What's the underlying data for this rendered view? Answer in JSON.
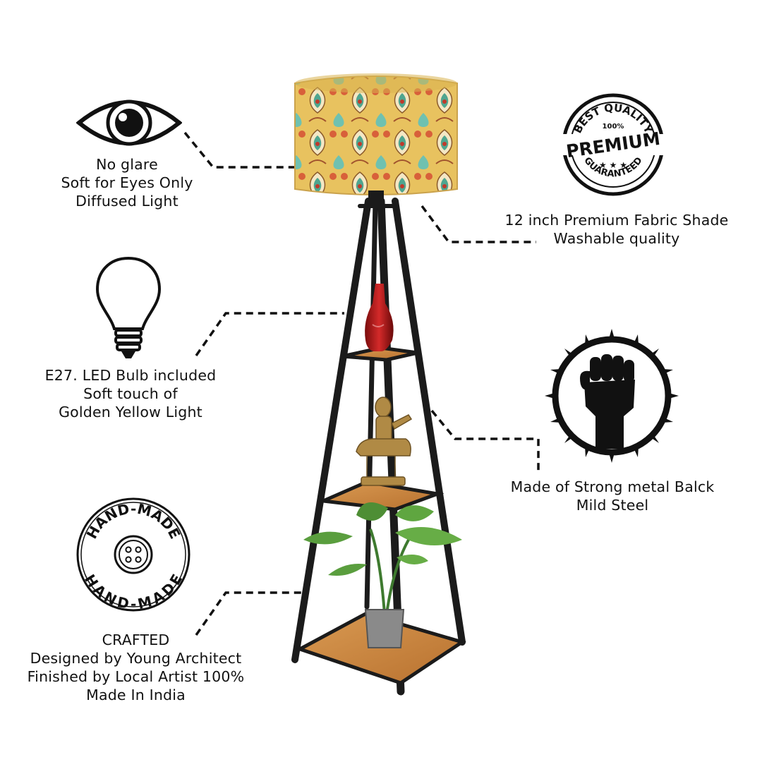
{
  "features": {
    "glare": {
      "icon": "eye-icon",
      "lines": [
        "No glare",
        "Soft for Eyes Only",
        "Diffused Light"
      ]
    },
    "shade": {
      "badge": {
        "icon": "premium-badge-icon",
        "top_text": "BEST QUALITY",
        "percent": "100%",
        "main": "PREMIUM",
        "bottom_text": "GUARANTEED"
      },
      "lines": [
        "12 inch Premium Fabric Shade",
        "Washable quality"
      ]
    },
    "bulb": {
      "icon": "light-bulb-icon",
      "lines": [
        "E27. LED Bulb included",
        "Soft touch of",
        "Golden Yellow Light"
      ]
    },
    "metal": {
      "icon": "raised-fist-icon",
      "lines": [
        "Made of Strong metal Balck",
        "Mild Steel"
      ]
    },
    "crafted": {
      "badge": {
        "icon": "hand-made-button-icon",
        "top_text": "HAND-MADE",
        "bottom_text": "HAND-MADE"
      },
      "lines": [
        "CRAFTED",
        "Designed by Young Architect",
        "Finished by Local Artist 100%",
        "Made In India"
      ]
    }
  },
  "colors": {
    "line": "#111111",
    "frame": "#1b1b1b",
    "wood": "#c8833f",
    "shade_bg": "#e7c463",
    "shade_teal": "#6fc1b0"
  }
}
